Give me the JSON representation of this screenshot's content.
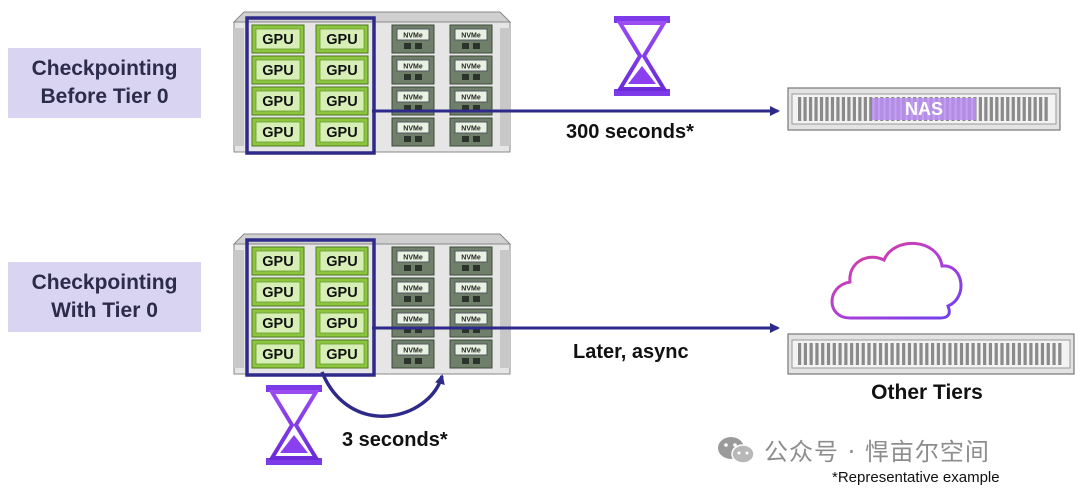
{
  "section_top": {
    "label_line1": "Checkpointing",
    "label_line2": "Before Tier 0",
    "arrow_label": "300 seconds*",
    "target_label": "NAS"
  },
  "section_bottom": {
    "label_line1": "Checkpointing",
    "label_line2": "With Tier 0",
    "arrow_label": "Later, async",
    "local_arrow_label": "3 seconds*",
    "target_label": "Other Tiers"
  },
  "server": {
    "gpu_label": "GPU",
    "nvme_label": "NVMe"
  },
  "watermark": {
    "text": "公众号 · 悍亩尔空间",
    "icon": "wechat-icon"
  },
  "footnote": "*Representative example",
  "colors": {
    "accent_purple": "#8a3ff0",
    "arrow_navy": "#2e2a8a",
    "gpu_green": "#8cc63f",
    "label_bg": "#d9d4f2"
  }
}
